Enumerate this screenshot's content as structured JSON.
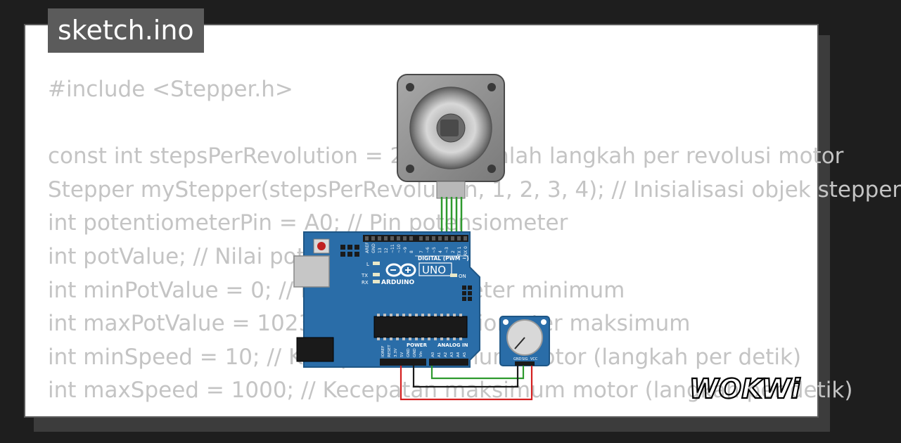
{
  "title": "sketch.ino",
  "code_lines": [
    "#include <Stepper.h>",
    "",
    "const int stepsPerRevolution = 200; // Jumlah langkah per revolusi motor",
    "Stepper myStepper(stepsPerRevolution, 1, 2, 3, 4); // Inisialisasi objek stepper",
    "int potentiometerPin = A0; // Pin potensiometer",
    "int potValue; // Nilai potensiometer",
    "int minPotValue = 0; // Nilai potensiometer minimum",
    "int maxPotValue = 1023; // Nilai potensiometer maksimum",
    "int minSpeed = 10; // Kecepatan minimum motor (langkah per detik)",
    "int maxSpeed = 1000; // Kecepatan maksimum motor (langkah per detik)"
  ],
  "board": {
    "brand": "ARDUINO",
    "model": "UNO",
    "digital_label": "DIGITAL (PWM ~)",
    "power_label": "POWER",
    "analog_label": "ANALOG IN",
    "on_label": "ON",
    "l_label": "L",
    "tx_label": "TX",
    "rx_label": "RX",
    "digital_pins": [
      "AREF",
      "GND",
      "13",
      "12",
      "~11",
      "~10",
      "~9",
      "8",
      "7",
      "~6",
      "~5",
      "4",
      "~3",
      "2",
      "TX 1",
      "RX 0"
    ],
    "power_pins": [
      "IOREF",
      "RESET",
      "3.3V",
      "5V",
      "GND",
      "GND",
      "Vin"
    ],
    "analog_pins": [
      "A0",
      "A1",
      "A2",
      "A3",
      "A4",
      "A5"
    ]
  },
  "potentiometer": {
    "pins": [
      "GND",
      "SIG",
      "VCC"
    ]
  },
  "logo": "WOKWi",
  "colors": {
    "background": "#1e1e1e",
    "card": "#ffffff",
    "code_text": "#c4c4c4",
    "tab_bg": "#5b5b5b",
    "board_blue": "#2a6da8",
    "wire_green": "#2e9a2e",
    "wire_black": "#1a1a1a",
    "wire_red": "#d42020"
  }
}
